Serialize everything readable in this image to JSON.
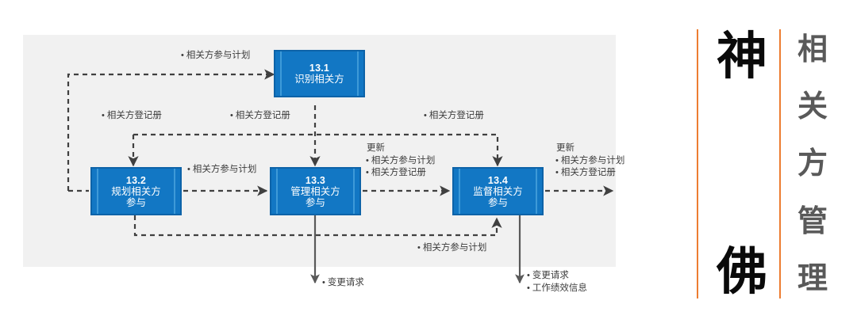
{
  "diagram": {
    "title_panel": {
      "brand_chars": [
        "神",
        "佛"
      ],
      "subject_chars": [
        "相",
        "关",
        "方",
        "管",
        "理"
      ],
      "subject_text": "相关方管理",
      "brand_text": "神佛",
      "rule_color": "#ED7D31",
      "brand_color": "#0A0A0A",
      "subject_color": "#595959"
    },
    "panel_bg": "#F1F1F1",
    "box_fill": "#1277C4",
    "box_border": "#0D63A8",
    "box_stripe": "#3E9AD8",
    "processes": [
      {
        "id": "13.1",
        "number": "13.1",
        "name_lines": [
          "识别相关方"
        ],
        "name": "识别相关方"
      },
      {
        "id": "13.2",
        "number": "13.2",
        "name_lines": [
          "规划相关方",
          "参与"
        ],
        "name": "规划相关方参与"
      },
      {
        "id": "13.3",
        "number": "13.3",
        "name_lines": [
          "管理相关方",
          "参与"
        ],
        "name": "管理相关方参与"
      },
      {
        "id": "13.4",
        "number": "13.4",
        "name_lines": [
          "监督相关方",
          "参与"
        ],
        "name": "监督相关方参与"
      }
    ],
    "labels": {
      "top_plan": "相关方参与计划",
      "register_left": "相关方登记册",
      "register_mid": "相关方登记册",
      "register_right": "相关方登记册",
      "plan_23": "相关方参与计划",
      "update_header_mid": "更新",
      "update_mid_1": "相关方参与计划",
      "update_mid_2": "相关方登记册",
      "update_header_right": "更新",
      "update_right_1": "相关方参与计划",
      "update_right_2": "相关方登记册",
      "feedback_plan": "相关方参与计划",
      "change_request_left": "变更请求",
      "change_request_right": "变更请求",
      "work_performance": "工作绩效信息"
    }
  }
}
